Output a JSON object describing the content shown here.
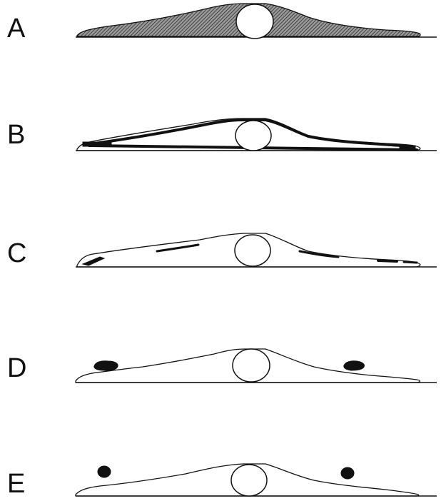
{
  "figure": {
    "panels": [
      {
        "label": "A",
        "variant": "cytoplasm-filled"
      },
      {
        "label": "B",
        "variant": "bands-along-membrane"
      },
      {
        "label": "C",
        "variant": "fragmented-streaks"
      },
      {
        "label": "D",
        "variant": "peripheral-clusters"
      },
      {
        "label": "E",
        "variant": "peripheral-dots"
      }
    ]
  },
  "colors": {
    "ink": "#111111",
    "background": "#ffffff"
  }
}
